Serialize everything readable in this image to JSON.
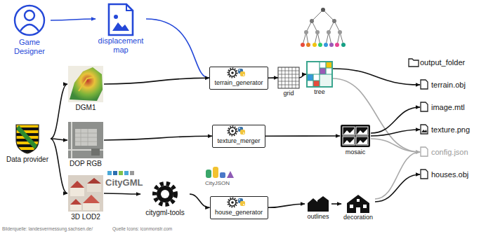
{
  "diagram": {
    "nodes": [
      {
        "text": [
          "Game Designer"
        ]
      },
      {
        "text": [
          "displacement map"
        ]
      },
      {
        "text": [
          "Data provider"
        ]
      },
      {
        "text": [
          "DGM1"
        ]
      },
      {
        "text": [
          "DOP RGB"
        ]
      },
      {
        "text": [
          "3D LOD2"
        ]
      },
      {
        "text": [
          "citygml-tools"
        ]
      },
      {
        "text": [
          "terrain_generator"
        ]
      },
      {
        "text": [
          "texture_merger"
        ]
      },
      {
        "text": [
          "house_generator"
        ]
      },
      {
        "text": [
          "grid"
        ]
      },
      {
        "text": [
          "tree"
        ]
      },
      {
        "text": [
          "mosaic"
        ]
      },
      {
        "text": [
          "outlines"
        ]
      },
      {
        "text": [
          "decoration"
        ]
      },
      {
        "text": [
          "output_folder"
        ]
      },
      {
        "text": [
          "terrain.obj"
        ]
      },
      {
        "text": [
          "image.mtl"
        ]
      },
      {
        "text": [
          "texture.png"
        ]
      },
      {
        "text": [
          "config.json"
        ]
      },
      {
        "text": [
          "houses.obj"
        ]
      }
    ],
    "edges": [
      {
        "from": 0,
        "to": 1,
        "arrow": "to"
      },
      {
        "from": 1,
        "to": 7,
        "arrow": "to"
      },
      {
        "from": 2,
        "to": 3,
        "arrow": "to"
      },
      {
        "from": 2,
        "to": 4,
        "arrow": "to"
      },
      {
        "from": 2,
        "to": 5,
        "arrow": "to"
      },
      {
        "from": 3,
        "to": 7,
        "arrow": "to"
      },
      {
        "from": 4,
        "to": 8,
        "arrow": "to"
      },
      {
        "from": 5,
        "to": 6,
        "arrow": "to"
      },
      {
        "from": 6,
        "to": 9,
        "arrow": "to"
      },
      {
        "from": 7,
        "to": 10,
        "arrow": "to"
      },
      {
        "from": 10,
        "to": 11,
        "arrow": "to"
      },
      {
        "from": 11,
        "to": 16,
        "arrow": "to"
      },
      {
        "from": 11,
        "to": 19,
        "arrow": "to"
      },
      {
        "from": 8,
        "to": 12,
        "arrow": "to"
      },
      {
        "from": 12,
        "to": 17,
        "arrow": "to"
      },
      {
        "from": 12,
        "to": 18,
        "arrow": "to"
      },
      {
        "from": 12,
        "to": 19,
        "arrow": "to"
      },
      {
        "from": 9,
        "to": 13,
        "arrow": "to"
      },
      {
        "from": 13,
        "to": 14,
        "arrow": "to"
      },
      {
        "from": 14,
        "to": 20,
        "arrow": "to"
      },
      {
        "from": 14,
        "to": 19,
        "arrow": "to"
      }
    ],
    "labels": [
      "CityGML",
      "CityJSON",
      "Bilderquelle: landesvermessung.sachsen.de/",
      "Quelle Icons: iconmonstr.com"
    ]
  }
}
